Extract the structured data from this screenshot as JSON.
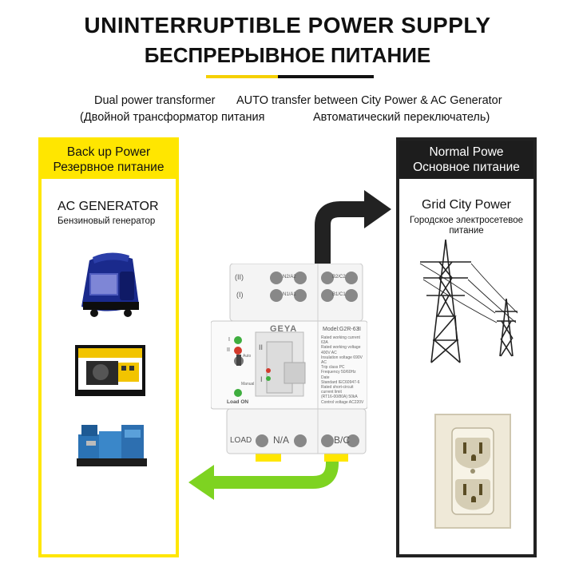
{
  "header": {
    "title_en": "UNINTERRUPTIBLE POWER SUPPLY",
    "title_ru": "БЕСПРЕРЫВНОЕ ПИТАНИЕ",
    "rule_colors": [
      "#f5d000",
      "#111111"
    ]
  },
  "subtitle": {
    "line1_left": "Dual power transformer",
    "line1_right": "AUTO transfer between City Power & AC Generator",
    "line2_left": "(Двойной трансформатор питания",
    "line2_right": "Автоматический переключатель)"
  },
  "backup": {
    "title_en": "Back up Power",
    "title_ru": "Резервное питание",
    "source_en": "AC GENERATOR",
    "source_ru": "Бензиновый генератор",
    "color": "#ffe600"
  },
  "normal": {
    "title_en": "Normal Powe",
    "title_ru": "Основное питание",
    "source_en": "Grid City Power",
    "source_ru_1": "Городское электросетевое",
    "source_ru_2": "питание",
    "color": "#1d1d1d"
  },
  "device": {
    "brand": "GEYA",
    "model": "Model:G2R-63",
    "model_suffix": "II",
    "top_label_2": "(II)",
    "top_label_1": "(I)",
    "term_n2a2": "N2/A2",
    "term_n1a1": "N1/A1",
    "term_b2c2": "B2/C2",
    "term_b1c1": "B1/C1",
    "ind_1": "I",
    "ind_2": "II",
    "switch_2": "II",
    "switch_1": "I",
    "auto": "Auto",
    "manual": "Manual",
    "load_on": "Load ON",
    "bottom_load": "LOAD",
    "bottom_na": "N/A",
    "bottom_bc": "B/C",
    "spec_lines": [
      "Rated working current       63A",
      "Rated working voltage    400V AC",
      "Insulation voltage         690V AC",
      "Trip class                        PC",
      "Frequency                     50/60Hz",
      "Date",
      "Standard                      IEC60947-6",
      "Rated short-circuit current limit",
      "(RT16-00/80A)                    50kA",
      "Control voltage              AC220V"
    ]
  },
  "colors": {
    "arrow_dark": "#222222",
    "arrow_green": "#7ed321"
  },
  "icons": [
    "portable-generator-icon",
    "open-frame-generator-icon",
    "diesel-generator-icon",
    "transmission-tower-icon",
    "wall-outlet-icon",
    "arrow-right-icon",
    "arrow-left-icon"
  ]
}
